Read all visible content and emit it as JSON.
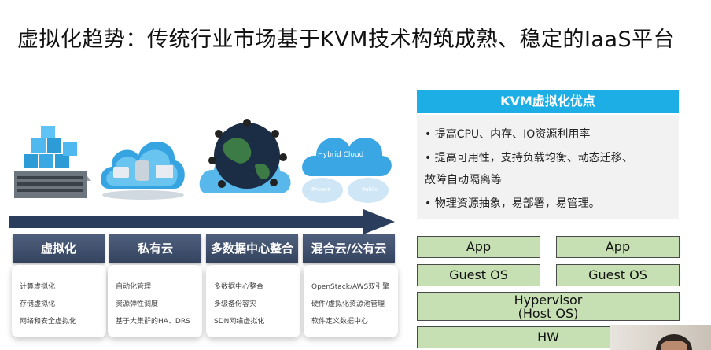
{
  "title": "虚拟化趋势：传统行业市场基于KVM技术构筑成熟、稳定的IaaS平台",
  "stages": [
    {
      "label": "虚拟化",
      "items": [
        "计算虚拟化",
        "存储虚拟化",
        "网络和安全虚拟化"
      ]
    },
    {
      "label": "私有云",
      "items": [
        "自动化管理",
        "资源弹性调度",
        "基于大集群的HA、DRS"
      ]
    },
    {
      "label": "多数据中心整合",
      "items": [
        "多数据中心整合",
        "多级备份容灾",
        "SDN网络虚拟化"
      ]
    },
    {
      "label": "混合云/公有云",
      "items": [
        "OpenStack/AWS双引擎",
        "硬件/虚拟化资源池管理",
        "软件定义数据中心"
      ]
    }
  ],
  "hybrid_cloud": {
    "title": "Hybrid Cloud",
    "private": "Private",
    "public": "Public"
  },
  "advantages": {
    "title": "KVM虚拟化优点",
    "lines": [
      "•  提高CPU、内存、IO资源利用率",
      "•  提高可用性，支持负载均衡、动态迁移、",
      "    故障自动隔离等",
      "•  物理资源抽象，易部署，易管理。"
    ]
  },
  "stack": {
    "app1": "App",
    "app2": "App",
    "guest1": "Guest OS",
    "guest2": "Guest OS",
    "hypervisor1": "Hypervisor",
    "hypervisor2": "(Host OS)",
    "hw": "HW"
  },
  "colors": {
    "title_bar": "#1eaee6",
    "stage_bg": "#3f5070",
    "arrow": "#2b3d5c",
    "stack_box": "#c6e0b4"
  }
}
